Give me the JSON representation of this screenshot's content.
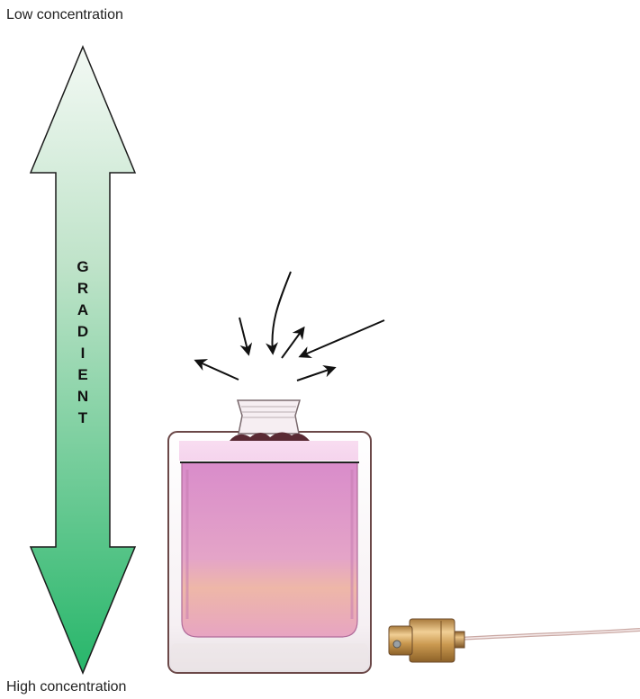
{
  "labels": {
    "low": "Low concentration",
    "high": "High concentration",
    "gradient": "GRADIENT"
  },
  "colors": {
    "arrow_top": "#f1f8f2",
    "arrow_bottom": "#27b66a",
    "liquid_top": "#d889c7",
    "liquid_bottom": "#efb6a6",
    "cap_gold": "#c99a55",
    "outline": "#6b3f3f"
  },
  "icons": [
    "double-headed-gradient-arrow",
    "perfume-bottle",
    "spray-cap",
    "diffusion-arrows"
  ]
}
